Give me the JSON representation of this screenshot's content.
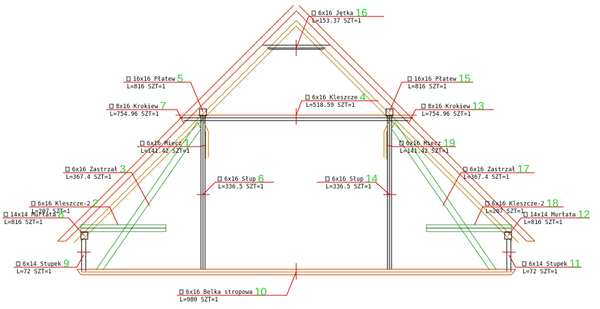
{
  "colors": {
    "timber": "#cc3300",
    "timber_inner": "#bb7700",
    "wall": "#000000",
    "green": "#33cc33",
    "leader": "#cc0000"
  },
  "labels": [
    {
      "id": "16",
      "name": "Jętka",
      "section": "6x16",
      "length": "L=153.37",
      "qty": "SZT=1"
    },
    {
      "id": "5",
      "name": "Płatew",
      "section": "16x16",
      "length": "L=816",
      "qty": "SZT=1"
    },
    {
      "id": "15",
      "name": "Płatew",
      "section": "16x16",
      "length": "L=816",
      "qty": "SZT=1"
    },
    {
      "id": "4",
      "name": "Kleszcze",
      "section": "6x16",
      "length": "L=518.59",
      "qty": "SZT=1"
    },
    {
      "id": "7",
      "name": "Krokiew",
      "section": "8x16",
      "length": "L=754.96",
      "qty": "SZT=1"
    },
    {
      "id": "13",
      "name": "Krokiew",
      "section": "8x16",
      "length": "L=754.96",
      "qty": "SZT=1"
    },
    {
      "id": "1",
      "name": "Miecz",
      "section": "6x16",
      "length": "L=141.42",
      "qty": "SZT=1"
    },
    {
      "id": "19",
      "name": "Miecz",
      "section": "6x16",
      "length": "L=141.42",
      "qty": "SZT=1"
    },
    {
      "id": "3",
      "name": "Zastrzał",
      "section": "6x16",
      "length": "L=367.4",
      "qty": "SZT=1"
    },
    {
      "id": "17",
      "name": "Zastrzał",
      "section": "6x16",
      "length": "L=367.4",
      "qty": "SZT=1"
    },
    {
      "id": "6",
      "name": "Słup",
      "section": "6x16",
      "length": "L=336.5",
      "qty": "SZT=1"
    },
    {
      "id": "14",
      "name": "Słup",
      "section": "6x16",
      "length": "L=336.5",
      "qty": "SZT=1"
    },
    {
      "id": "2",
      "name": "Kleszcze-2",
      "section": "6x16",
      "length": "L=207",
      "qty": "SZT=1"
    },
    {
      "id": "18",
      "name": "Kleszcze-2",
      "section": "6x16",
      "length": "L=207",
      "qty": "SZT=1"
    },
    {
      "id": "8",
      "name": "Murłata",
      "section": "14x14",
      "length": "L=816",
      "qty": "SZT=1"
    },
    {
      "id": "12",
      "name": "Murłata",
      "section": "14x14",
      "length": "L=816",
      "qty": "SZT=1"
    },
    {
      "id": "9",
      "name": "Stupek",
      "section": "6x14",
      "length": "L=72",
      "qty": "SZT=1"
    },
    {
      "id": "11",
      "name": "Stupek",
      "section": "6x14",
      "length": "L=72",
      "qty": "SZT=1"
    },
    {
      "id": "10",
      "name": "Belka stropowa",
      "section": "6x16",
      "length": "L=980",
      "qty": "SZT=1"
    }
  ]
}
